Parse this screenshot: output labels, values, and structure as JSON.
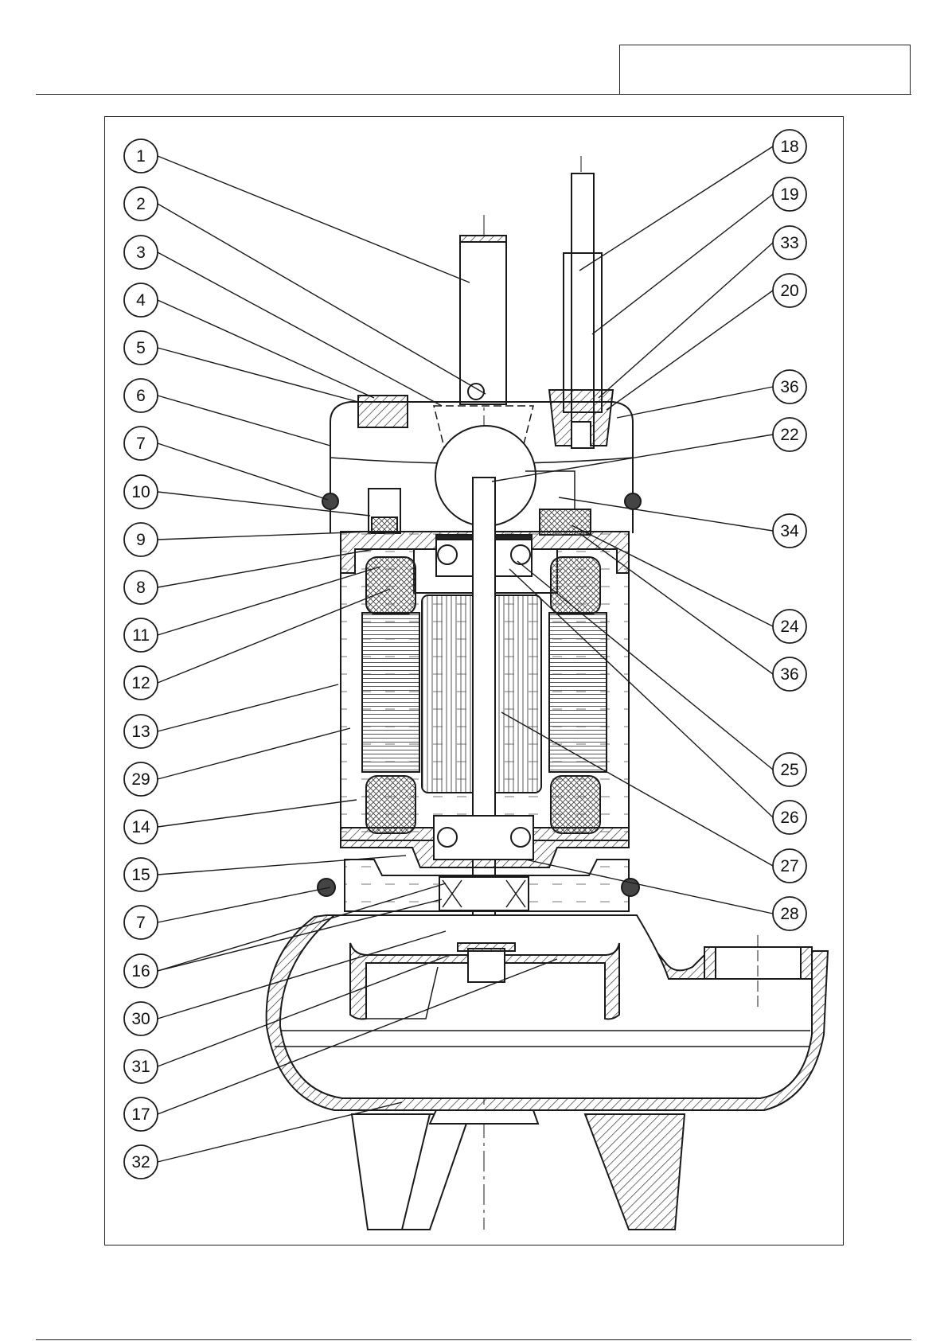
{
  "header": {
    "box_text": ""
  },
  "callouts": {
    "left": [
      "1",
      "2",
      "3",
      "4",
      "5",
      "6",
      "7",
      "10",
      "9",
      "8",
      "11",
      "12",
      "13",
      "29",
      "14",
      "15",
      "7",
      "16",
      "30",
      "31",
      "17",
      "32"
    ],
    "right": [
      "18",
      "19",
      "33",
      "20",
      "36",
      "22",
      "34",
      "24",
      "36",
      "25",
      "26",
      "27",
      "28"
    ]
  },
  "colors": {
    "line": "#1a1a1a",
    "hatch": "#333333",
    "fill": "#ffffff"
  }
}
